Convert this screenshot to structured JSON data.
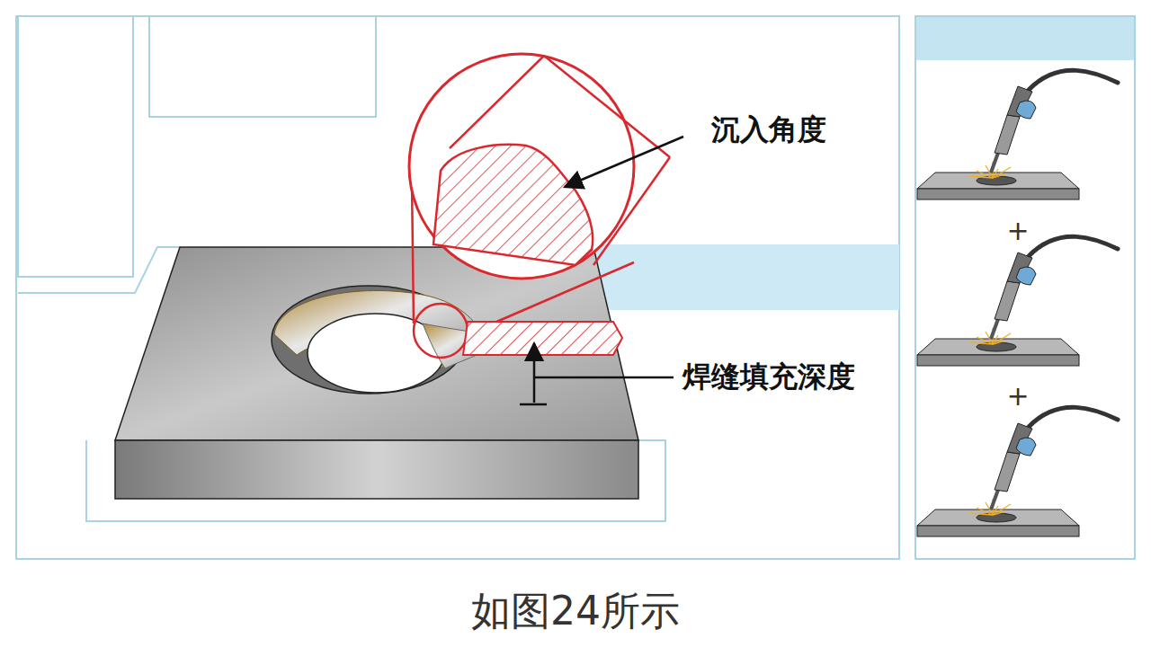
{
  "diagram": {
    "caption": "如图24所示",
    "labels": [
      "沉入角度",
      "焊缝填充深度",
      "+",
      "+"
    ]
  }
}
